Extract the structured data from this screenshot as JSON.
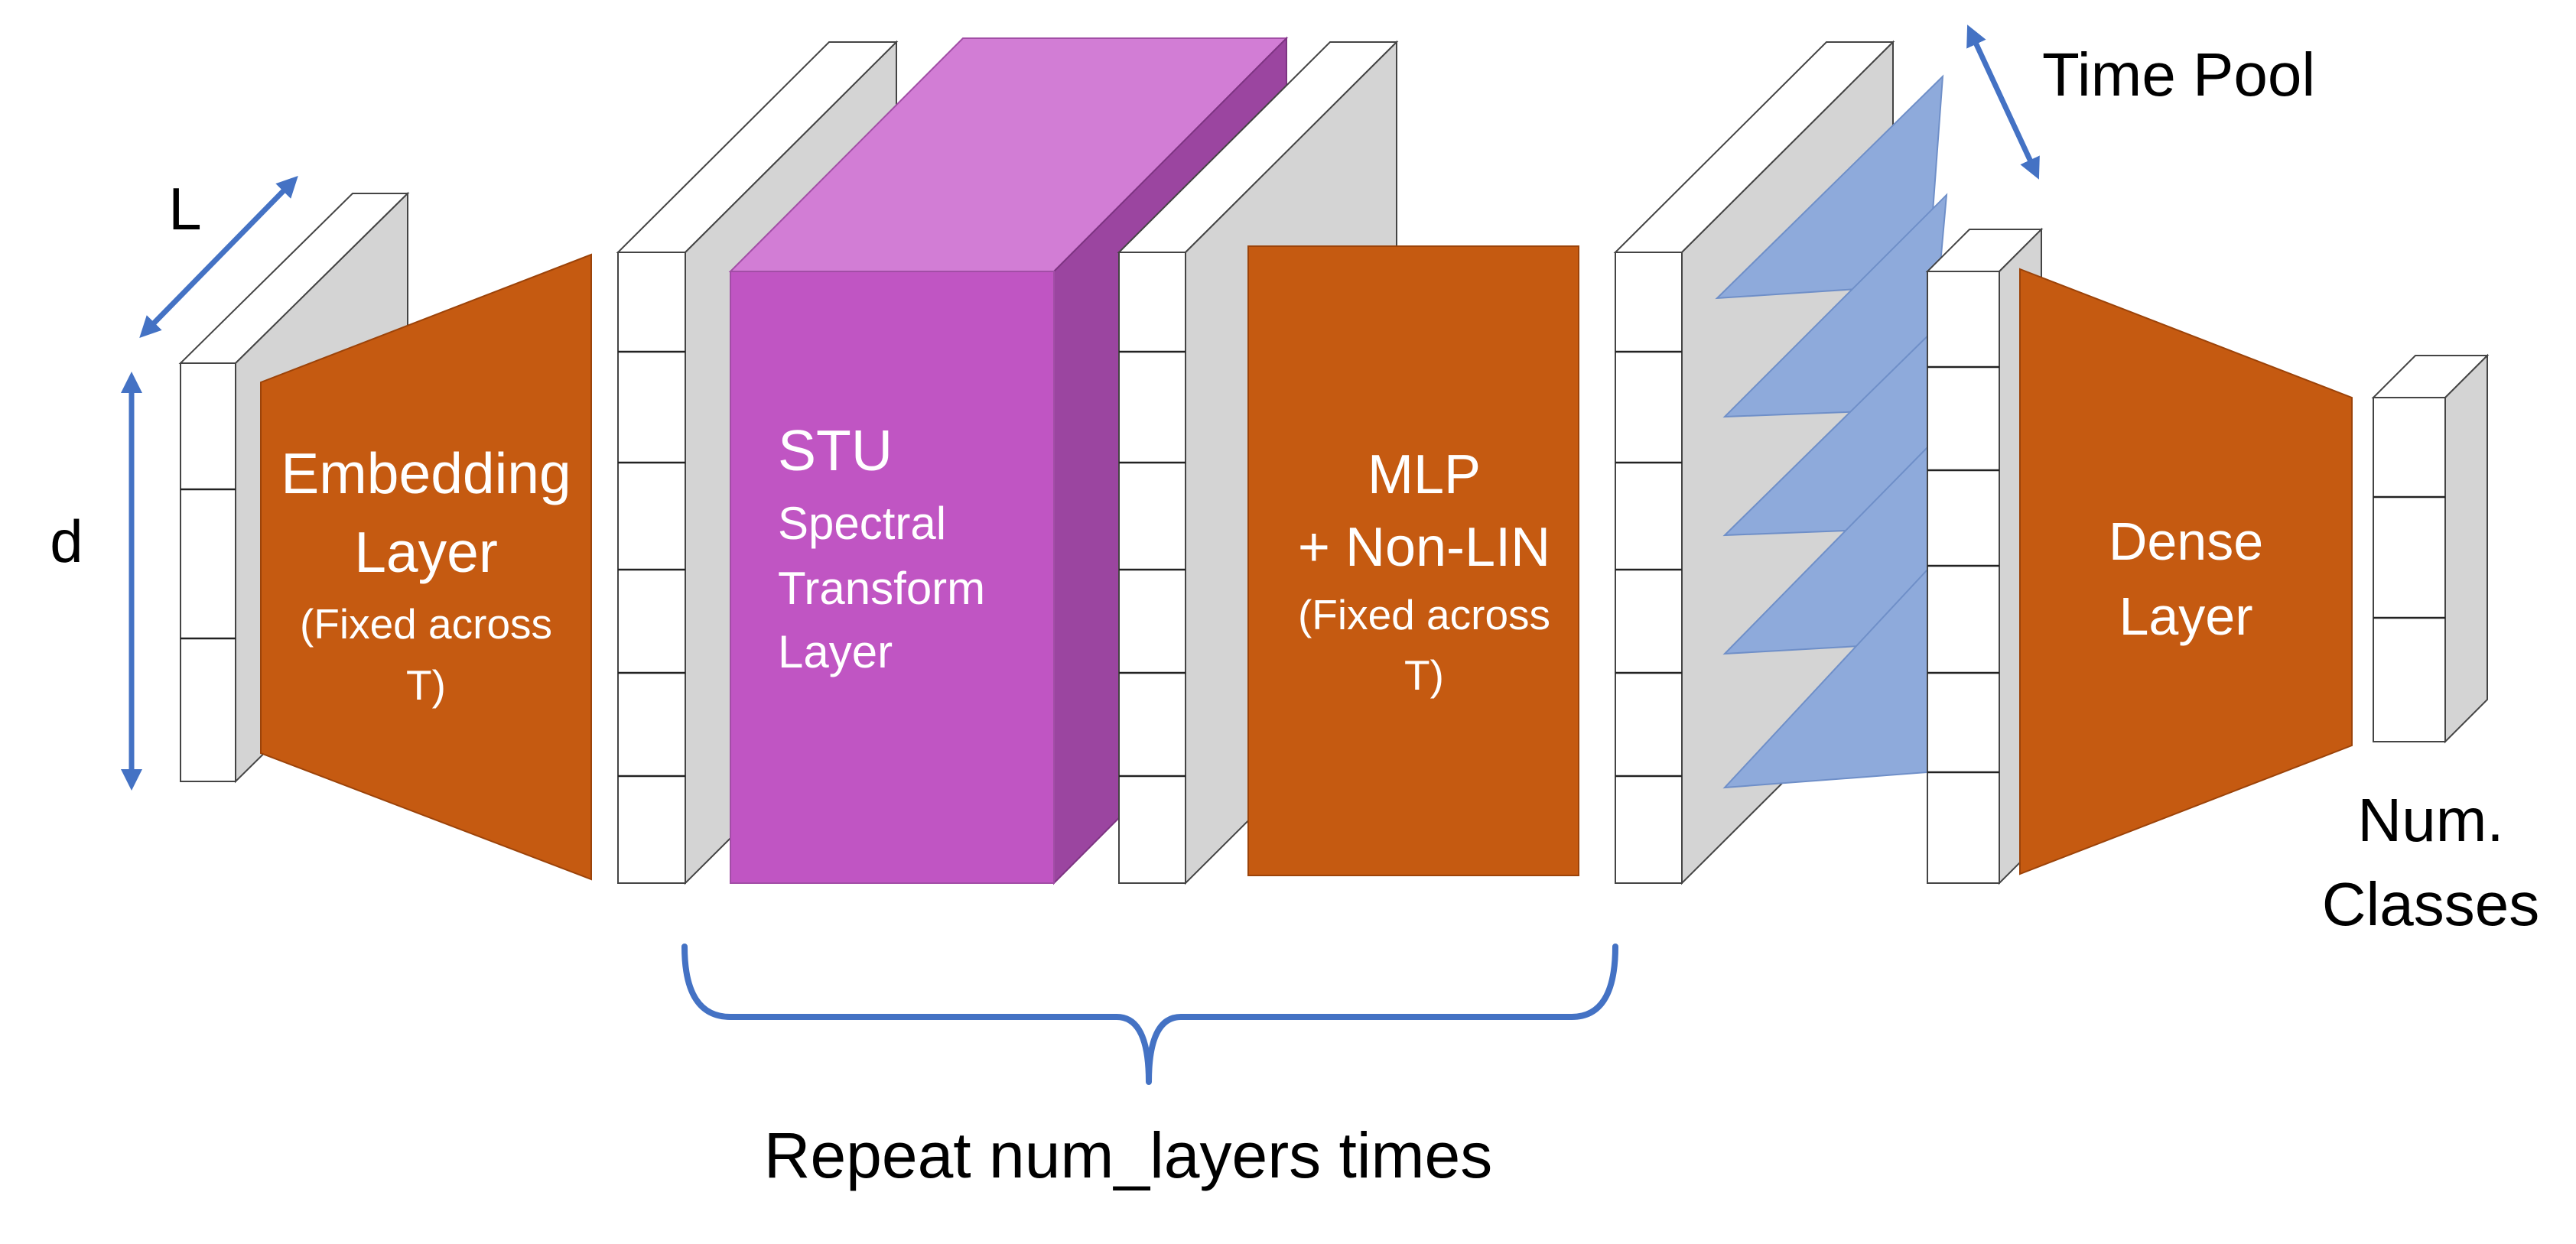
{
  "dimensions": {
    "length_label": "L",
    "depth_label": "d"
  },
  "blocks": {
    "embedding": {
      "title_line1": "Embedding",
      "title_line2": "Layer",
      "note_line1": "(Fixed across",
      "note_line2": "T)"
    },
    "stu": {
      "title": "STU",
      "sub_line1": "Spectral",
      "sub_line2": "Transform",
      "sub_line3": "Layer"
    },
    "mlp": {
      "title_line1": "MLP",
      "title_line2": "+ Non-LIN",
      "note_line1": "(Fixed across",
      "note_line2": "T)"
    },
    "dense": {
      "title_line1": "Dense",
      "title_line2": "Layer"
    }
  },
  "pooling": {
    "label": "Time Pool"
  },
  "output": {
    "label_line1": "Num.",
    "label_line2": "Classes"
  },
  "repeat": {
    "label": "Repeat num_layers times"
  },
  "colors": {
    "orange": "#c55a11",
    "stu_front": "#c055c3",
    "stu_top": "#d27dd5",
    "stu_side": "#9b45a0",
    "arrow_blue": "#4472c4",
    "pool_blue": "#8eaadb",
    "tensor_side": "#d4d4d4"
  }
}
